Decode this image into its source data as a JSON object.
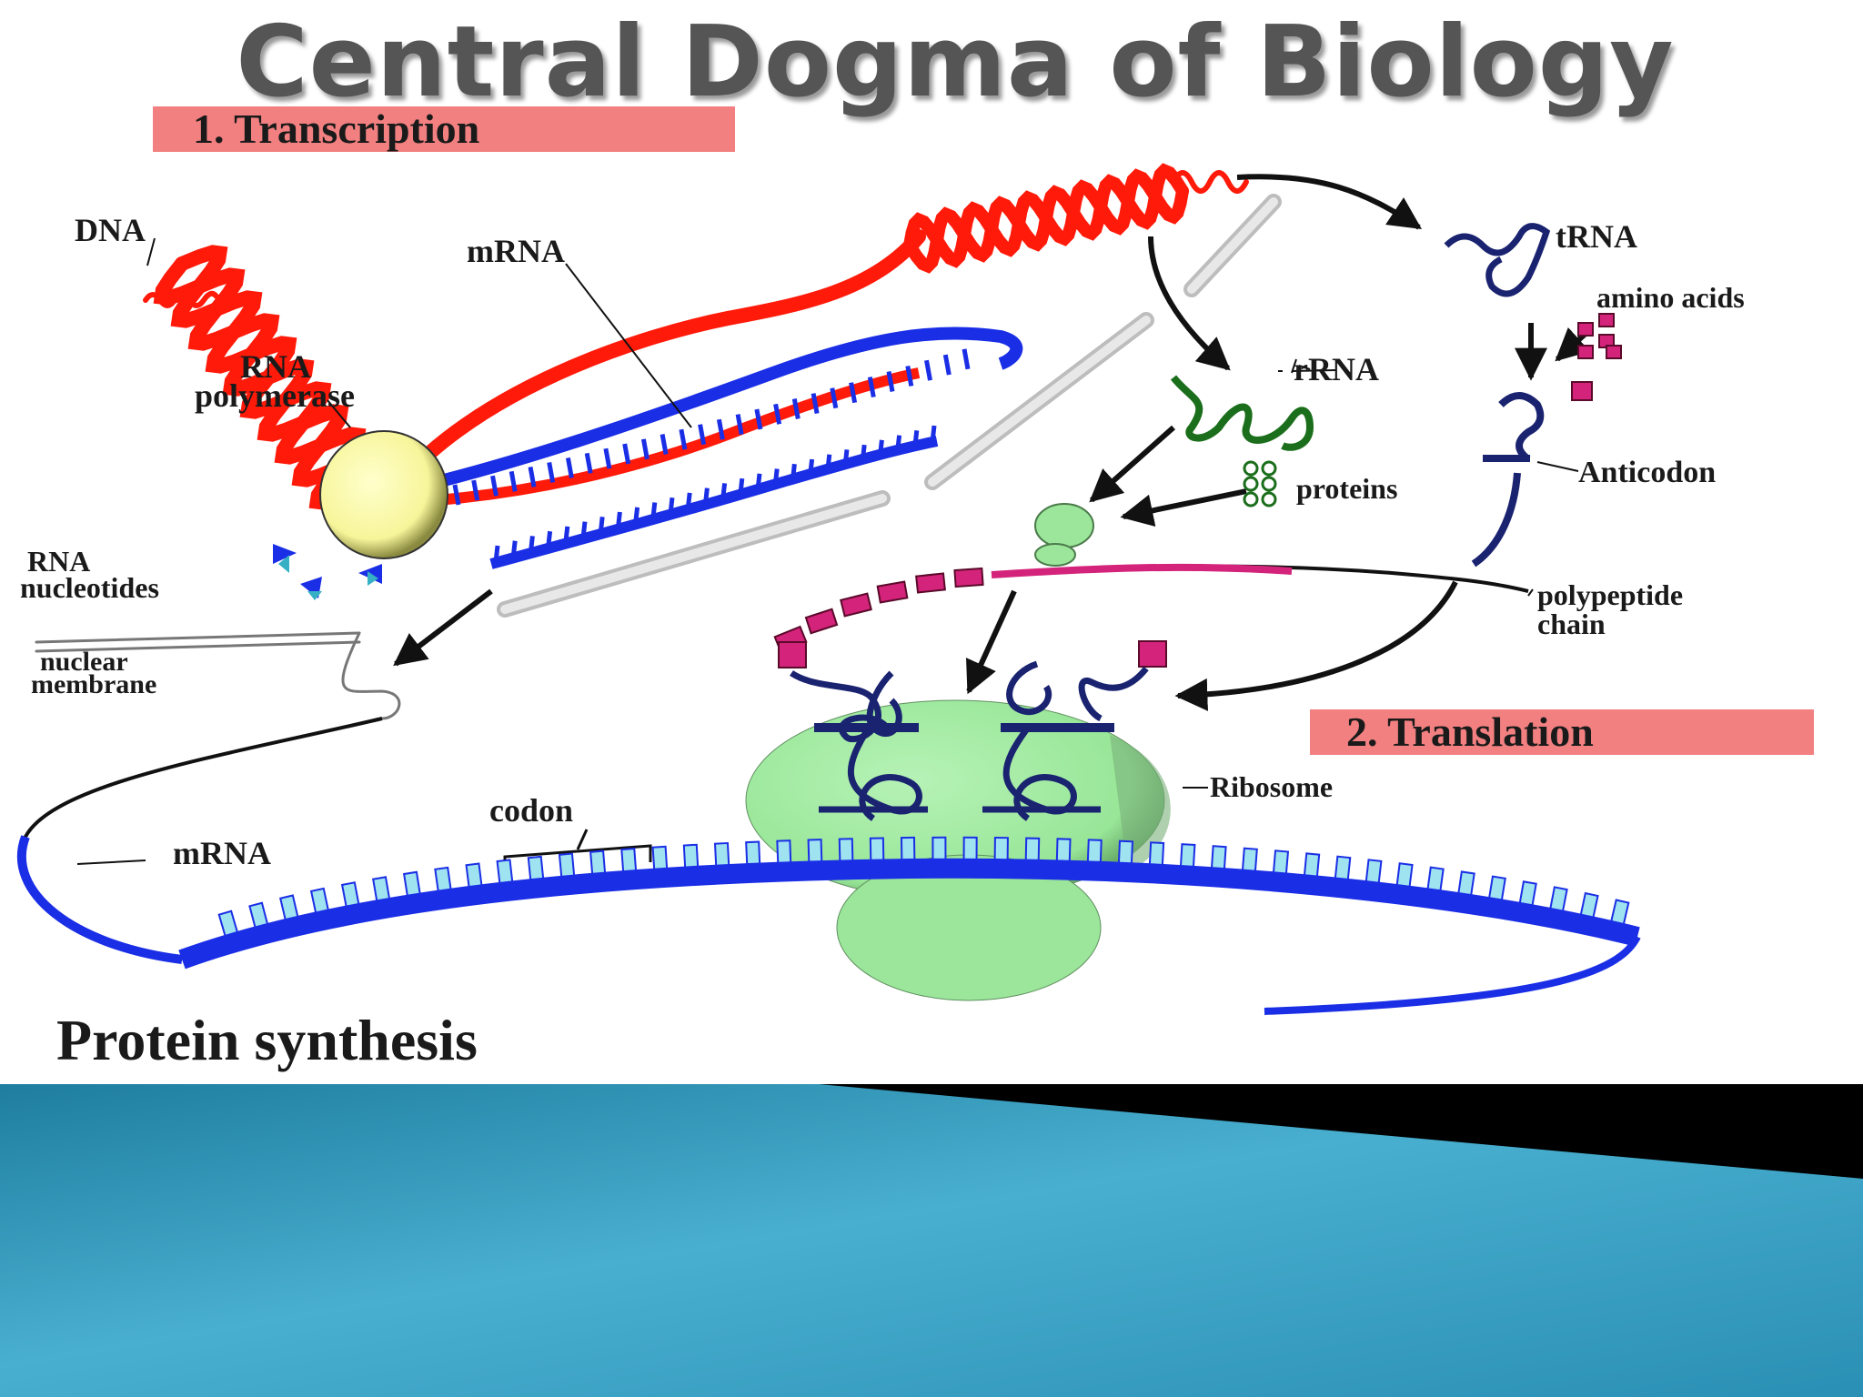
{
  "slide": {
    "title": "Central Dogma of Biology",
    "caption": "Protein synthesis"
  },
  "sections": {
    "transcription": "1. Transcription",
    "translation": "2. Translation"
  },
  "labels": {
    "dna": "DNA",
    "mrna_top": "mRNA",
    "rna_polymerase_line1": "RNA",
    "rna_polymerase_line2": "polymerase",
    "rna_nucleotides_line1": "RNA",
    "rna_nucleotides_line2": "nucleotides",
    "nuclear_membrane_line1": "nuclear",
    "nuclear_membrane_line2": "membrane",
    "rrna": "rRNA",
    "trna": "tRNA",
    "amino_acids": "amino acids",
    "anticodon": "Anticodon",
    "proteins": "proteins",
    "polypeptide_line1": "polypeptide",
    "polypeptide_line2": "chain",
    "ribosome": "Ribosome",
    "codon": "codon",
    "mrna_bottom": "mRNA"
  },
  "colors": {
    "dna": "#ff1a0a",
    "mrna": "#1a2ee6",
    "rrna": "#1b6e1b",
    "trna": "#1a2370",
    "ribosome": "#9be69b",
    "polymerase": "#ffff99",
    "amino_acid": "#d4237a",
    "section_box": "#f28080",
    "footer": "#2f96b8"
  }
}
